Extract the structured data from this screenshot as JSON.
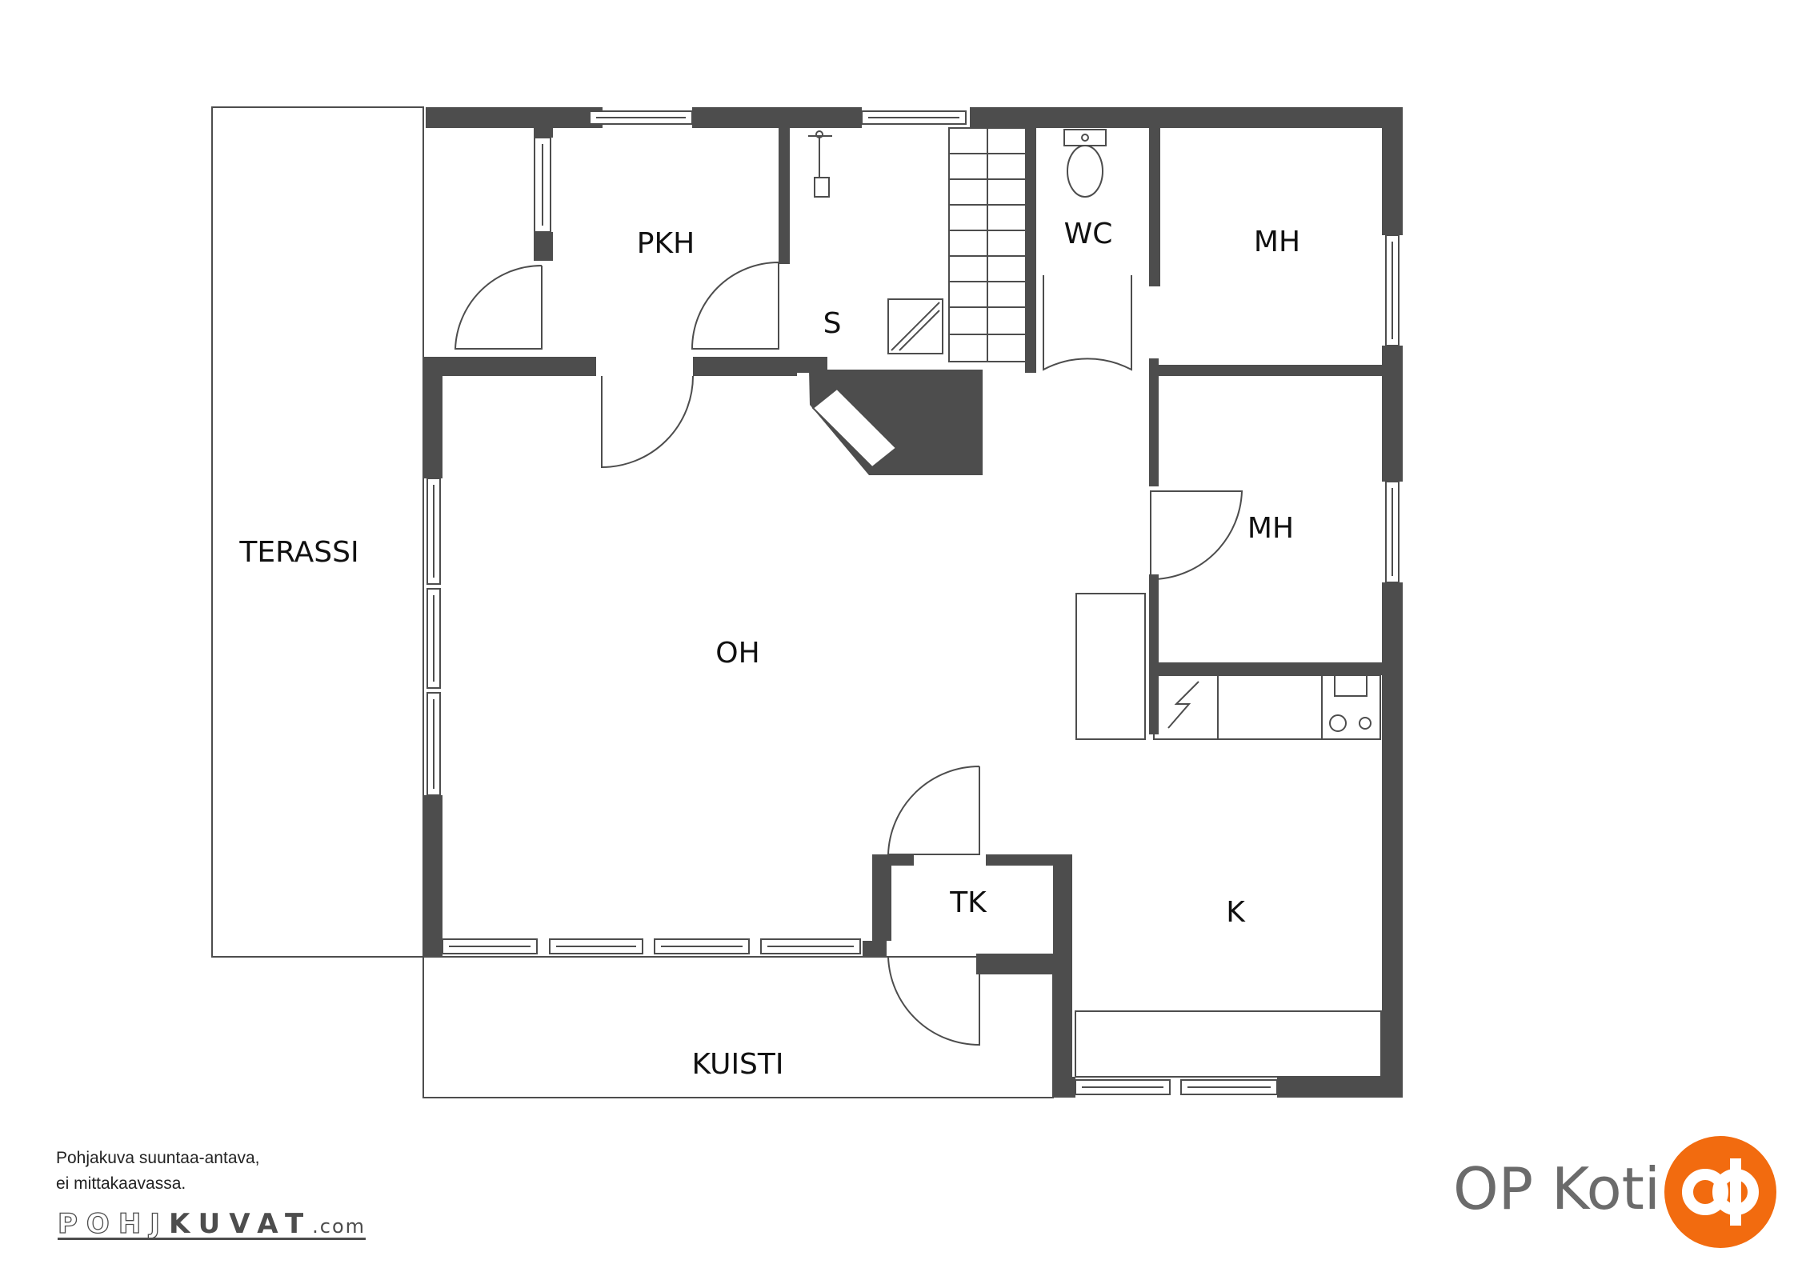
{
  "rooms": {
    "terassi": "TERASSI",
    "pkh": "PKH",
    "s": "S",
    "wc": "WC",
    "mh_top": "MH",
    "mh_mid": "MH",
    "oh": "OH",
    "tk": "TK",
    "k": "K",
    "kuisti": "KUISTI"
  },
  "note": {
    "line1": "Pohjakuva suuntaa-antava,",
    "line2": "ei mittakaavassa."
  },
  "pohjakuvat_logo": {
    "part1": "POHJ",
    "part2": "KUVAT",
    "part3": ".com"
  },
  "brand": {
    "name": "OP Koti",
    "accent_color": "#f26b0f",
    "wall_color": "#4d4d4d"
  }
}
